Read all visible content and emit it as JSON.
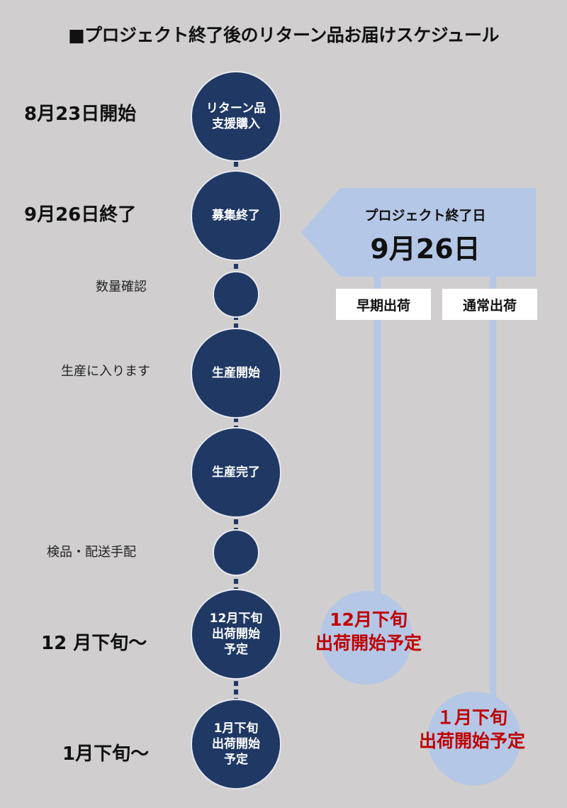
{
  "title": "■プロジェクト終了後のリターン品お届けスケジュール",
  "colors": {
    "background": "#d0cece",
    "node_navy": "#1f3864",
    "arrow_blue": "#b4c7e7",
    "ship_red": "#c00000"
  },
  "timeline": {
    "nodes": [
      {
        "label": "リターン品\n支援購入",
        "side_label": "8月23日開始",
        "size": "large"
      },
      {
        "label": "募集終了",
        "side_label": "9月26日終了",
        "size": "large"
      },
      {
        "label": "",
        "side_label": "数量確認",
        "size": "small"
      },
      {
        "label": "生産開始",
        "side_label": "生産に入ります",
        "size": "large"
      },
      {
        "label": "生産完了",
        "side_label": "",
        "size": "large"
      },
      {
        "label": "",
        "side_label": "検品・配送手配",
        "size": "small"
      },
      {
        "label": "12月下旬\n出荷開始\n予定",
        "side_label": "12 月下旬～",
        "size": "large"
      },
      {
        "label": "1月下旬\n出荷開始\n予定",
        "side_label": "1月下旬～",
        "size": "large"
      }
    ]
  },
  "project_end": {
    "subtitle": "プロジェクト終了日",
    "date": "9月26日"
  },
  "shipping": {
    "early": {
      "tag": "早期出荷",
      "schedule": "12月下旬\n出荷開始予定"
    },
    "normal": {
      "tag": "通常出荷",
      "schedule": "１月下旬\n出荷開始予定"
    }
  }
}
